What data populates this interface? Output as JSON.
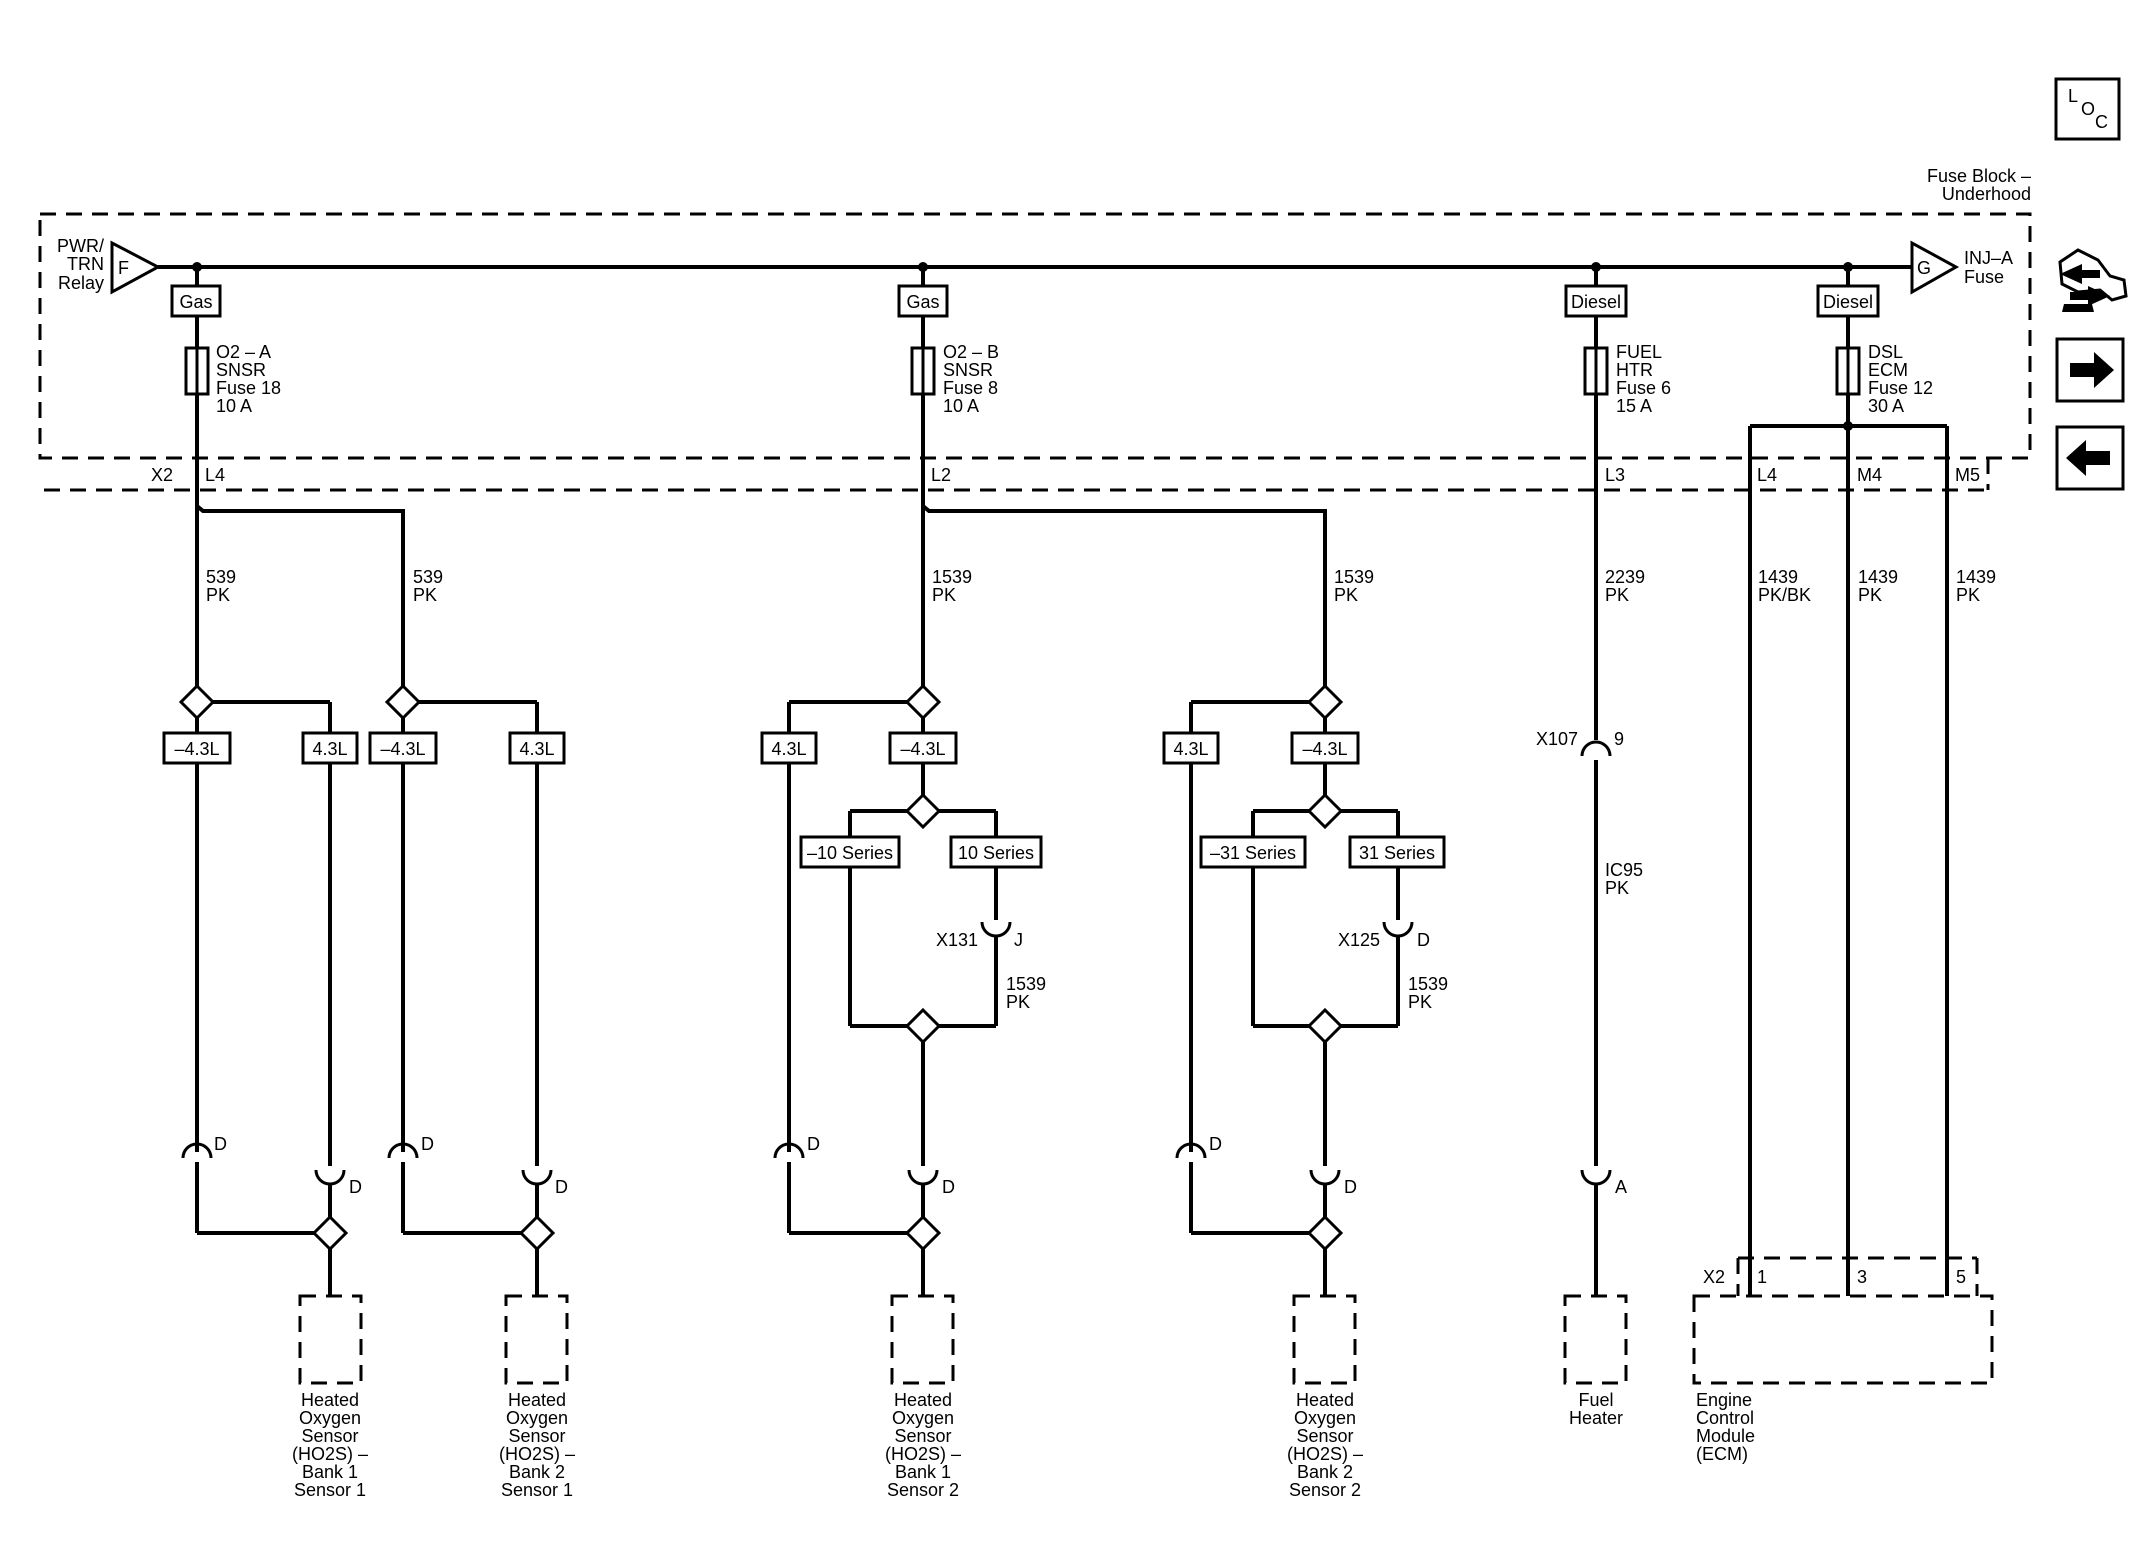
{
  "header": {
    "loc_button": [
      "L",
      "O",
      "C"
    ]
  },
  "fuse_block": {
    "title": [
      "Fuse Block –",
      "Underhood"
    ],
    "left_source": {
      "terminal": "F",
      "label": [
        "PWR/",
        "TRN",
        "Relay"
      ]
    },
    "right_source": {
      "terminal": "G",
      "label": [
        "INJ–A",
        "Fuse"
      ]
    },
    "connector": "X2",
    "fuses": [
      {
        "option": "Gas",
        "label": [
          "O2 – A",
          "SNSR",
          "Fuse 18",
          "10 A"
        ],
        "pin": "L4"
      },
      {
        "option": "Gas",
        "label": [
          "O2 – B",
          "SNSR",
          "Fuse 8",
          "10 A"
        ],
        "pin": "L2"
      },
      {
        "option": "Diesel",
        "label": [
          "FUEL",
          "HTR",
          "Fuse 6",
          "15 A"
        ],
        "pin": "L3"
      },
      {
        "option": "Diesel",
        "label": [
          "DSL",
          "ECM",
          "Fuse 12",
          "30 A"
        ],
        "pins": [
          "L4",
          "M4",
          "M5"
        ]
      }
    ]
  },
  "wires": [
    {
      "circuit": "539",
      "color": "PK"
    },
    {
      "circuit": "539",
      "color": "PK"
    },
    {
      "circuit": "1539",
      "color": "PK"
    },
    {
      "circuit": "1539",
      "color": "PK"
    },
    {
      "circuit": "2239",
      "color": "PK"
    },
    {
      "circuit": "1439",
      "color": "PK/BK"
    },
    {
      "circuit": "1439",
      "color": "PK"
    },
    {
      "circuit": "1439",
      "color": "PK"
    },
    {
      "circuit": "1539",
      "color": "PK"
    },
    {
      "circuit": "1539",
      "color": "PK"
    },
    {
      "circuit": "IC95",
      "color": "PK"
    }
  ],
  "options": {
    "not_43": "–4.3L",
    "is_43": "4.3L",
    "not_10_series": "–10 Series",
    "is_10_series": "10 Series",
    "not_31_series": "–31 Series",
    "is_31_series": "31 Series"
  },
  "connectors": {
    "x131": {
      "name": "X131",
      "pin": "J"
    },
    "x125": {
      "name": "X125",
      "pin": "D"
    },
    "x107": {
      "name": "X107",
      "pin": "9"
    },
    "pin_d": "D",
    "pin_a": "A"
  },
  "components": [
    {
      "label": [
        "Heated",
        "Oxygen",
        "Sensor",
        "(HO2S) –",
        "Bank 1",
        "Sensor 1"
      ]
    },
    {
      "label": [
        "Heated",
        "Oxygen",
        "Sensor",
        "(HO2S) –",
        "Bank 2",
        "Sensor 1"
      ]
    },
    {
      "label": [
        "Heated",
        "Oxygen",
        "Sensor",
        "(HO2S) –",
        "Bank 1",
        "Sensor 2"
      ]
    },
    {
      "label": [
        "Heated",
        "Oxygen",
        "Sensor",
        "(HO2S) –",
        "Bank 2",
        "Sensor 2"
      ]
    },
    {
      "label": [
        "Fuel",
        "Heater"
      ]
    },
    {
      "label": [
        "Engine",
        "Control",
        "Module",
        "(ECM)"
      ],
      "connector": "X2",
      "pins": [
        "1",
        "3",
        "5"
      ]
    }
  ],
  "nav": {
    "icons": [
      "components-icon",
      "next-arrow-icon",
      "previous-arrow-icon"
    ]
  }
}
